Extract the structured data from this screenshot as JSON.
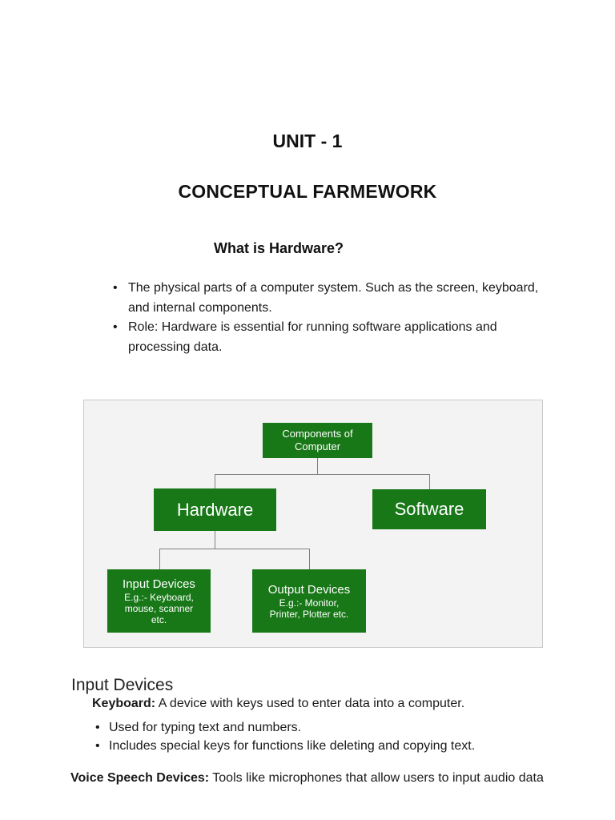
{
  "header": {
    "unit_title": "UNIT - 1",
    "chapter_title": "CONCEPTUAL FARMEWORK"
  },
  "intro": {
    "heading": "What is Hardware?",
    "bullets": [
      "The physical parts of a computer system. Such as the screen, keyboard, and internal components.",
      "Role: Hardware is essential for running software applications and processing data."
    ]
  },
  "diagram": {
    "nodes": {
      "root": {
        "label": "Components of Computer"
      },
      "hardware": {
        "label": "Hardware"
      },
      "software": {
        "label": "Software"
      },
      "input": {
        "title": "Input Devices",
        "sub_lines": [
          "E.g.:- Keyboard,",
          "mouse, scanner",
          "etc."
        ]
      },
      "output": {
        "title": "Output Devices",
        "sub_lines": [
          "E.g.:- Monitor,",
          "Printer, Plotter etc."
        ]
      }
    }
  },
  "devices": {
    "heading": "Input Devices",
    "keyboard": {
      "label": "Keyboard:",
      "text": " A device with keys used to enter data into a computer.",
      "bullets": [
        "Used for typing text and numbers.",
        "Includes special keys for functions like deleting and copying text."
      ]
    },
    "voice": {
      "label": "Voice Speech Devices:",
      "text": " Tools like microphones that allow users to input audio data"
    }
  },
  "colors": {
    "node_green": "#187818",
    "connector": "#808080",
    "panel_bg": "#f3f3f3",
    "panel_border": "#c9c9c9"
  }
}
